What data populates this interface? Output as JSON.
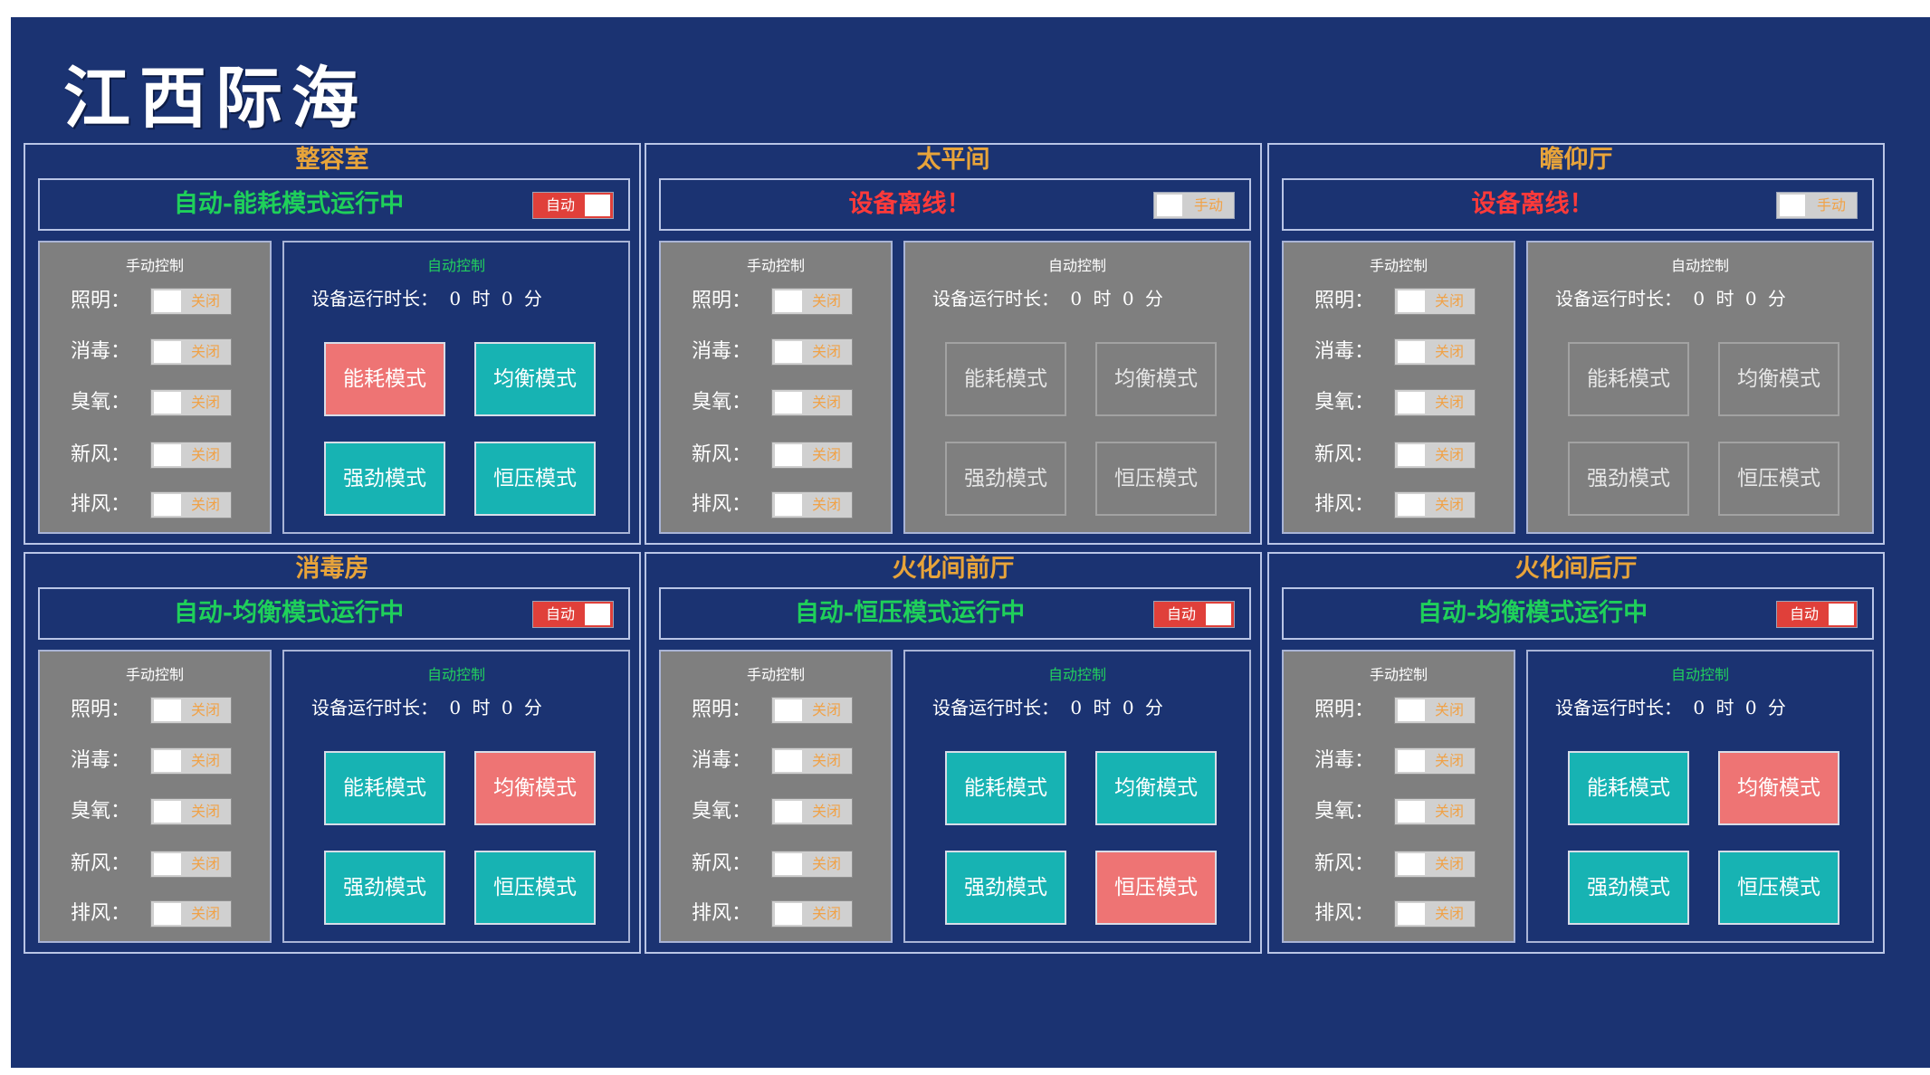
{
  "brand": "江西际海",
  "common": {
    "manual_title": "手动控制",
    "auto_title": "自动控制",
    "runtime_label": "设备运行时长：",
    "hour_unit": "时",
    "minute_unit": "分",
    "controls": [
      "照明：",
      "消毒：",
      "臭氧：",
      "新风：",
      "排风："
    ],
    "switch_off_label": "关闭",
    "modes": [
      "能耗模式",
      "均衡模式",
      "强劲模式",
      "恒压模式"
    ]
  },
  "colors": {
    "background": "#1b3372",
    "active_mode": "#ee7474",
    "idle_mode": "#17b3b3",
    "offline_mode": "#7f7f7f",
    "status_ok": "#1fd05a",
    "status_offline": "#ff3a3a",
    "room_title": "#e8a43a"
  },
  "rooms": [
    {
      "name": "整容室",
      "status": "自动-能耗模式运行中",
      "online": true,
      "toggle_label": "自动",
      "hours": "0",
      "minutes": "0",
      "active_mode": 0
    },
    {
      "name": "太平间",
      "status": "设备离线！",
      "online": false,
      "toggle_label": "手动",
      "hours": "0",
      "minutes": "0",
      "active_mode": -1
    },
    {
      "name": "瞻仰厅",
      "status": "设备离线！",
      "online": false,
      "toggle_label": "手动",
      "hours": "0",
      "minutes": "0",
      "active_mode": -1
    },
    {
      "name": "消毒房",
      "status": "自动-均衡模式运行中",
      "online": true,
      "toggle_label": "自动",
      "hours": "0",
      "minutes": "0",
      "active_mode": 1
    },
    {
      "name": "火化间前厅",
      "status": "自动-恒压模式运行中",
      "online": true,
      "toggle_label": "自动",
      "hours": "0",
      "minutes": "0",
      "active_mode": 3
    },
    {
      "name": "火化间后厅",
      "status": "自动-均衡模式运行中",
      "online": true,
      "toggle_label": "自动",
      "hours": "0",
      "minutes": "0",
      "active_mode": 1
    }
  ]
}
